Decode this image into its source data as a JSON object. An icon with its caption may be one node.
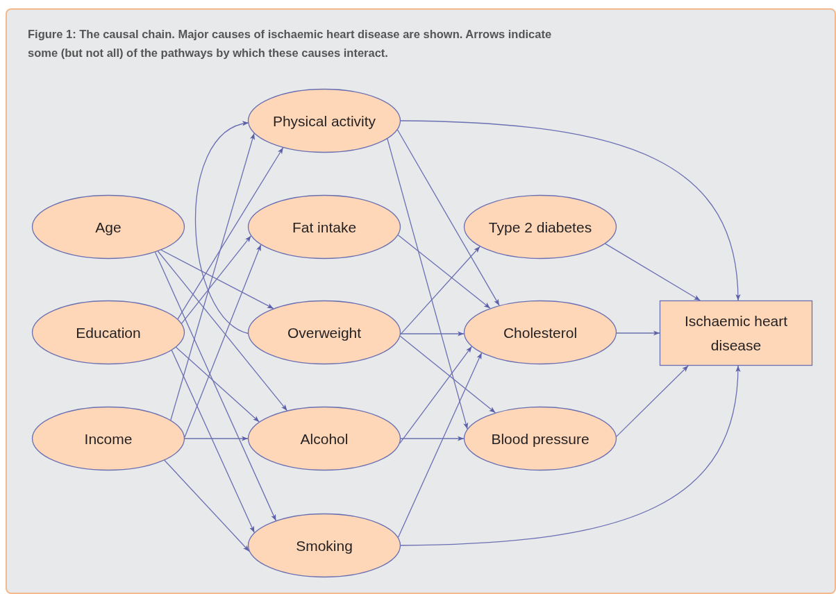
{
  "diagram": {
    "title": "Figure 1: The causal chain. Major causes of ischaemic heart disease are shown. Arrows indicate some (but not all) of the pathways by which these causes interact.",
    "nodes": [
      {
        "text": [
          "Age"
        ]
      },
      {
        "text": [
          "Education"
        ]
      },
      {
        "text": [
          "Income"
        ]
      },
      {
        "text": [
          "Physical activity"
        ]
      },
      {
        "text": [
          "Fat intake"
        ]
      },
      {
        "text": [
          "Overweight"
        ]
      },
      {
        "text": [
          "Alcohol"
        ]
      },
      {
        "text": [
          "Smoking"
        ]
      },
      {
        "text": [
          "Type 2 diabetes"
        ]
      },
      {
        "text": [
          "Cholesterol"
        ]
      },
      {
        "text": [
          "Blood pressure"
        ]
      },
      {
        "text": [
          "Ischaemic heart disease"
        ]
      }
    ],
    "edges": [
      {
        "from": 5,
        "to": 3,
        "arrow": "to"
      },
      {
        "from": 0,
        "to": 5,
        "arrow": "to"
      },
      {
        "from": 0,
        "to": 6,
        "arrow": "to"
      },
      {
        "from": 0,
        "to": 7,
        "arrow": "to"
      },
      {
        "from": 1,
        "to": 3,
        "arrow": "to"
      },
      {
        "from": 1,
        "to": 4,
        "arrow": "to"
      },
      {
        "from": 1,
        "to": 6,
        "arrow": "to"
      },
      {
        "from": 1,
        "to": 7,
        "arrow": "to"
      },
      {
        "from": 2,
        "to": 3,
        "arrow": "to"
      },
      {
        "from": 2,
        "to": 4,
        "arrow": "to"
      },
      {
        "from": 2,
        "to": 6,
        "arrow": "to"
      },
      {
        "from": 2,
        "to": 7,
        "arrow": "to"
      },
      {
        "from": 3,
        "to": 11,
        "arrow": "to"
      },
      {
        "from": 3,
        "to": 9,
        "arrow": "to"
      },
      {
        "from": 3,
        "to": 10,
        "arrow": "to"
      },
      {
        "from": 4,
        "to": 9,
        "arrow": "to"
      },
      {
        "from": 5,
        "to": 8,
        "arrow": "to"
      },
      {
        "from": 5,
        "to": 9,
        "arrow": "to"
      },
      {
        "from": 5,
        "to": 10,
        "arrow": "to"
      },
      {
        "from": 6,
        "to": 9,
        "arrow": "to"
      },
      {
        "from": 6,
        "to": 10,
        "arrow": "to"
      },
      {
        "from": 7,
        "to": 9,
        "arrow": "to"
      },
      {
        "from": 7,
        "to": 11,
        "arrow": "to"
      },
      {
        "from": 8,
        "to": 11,
        "arrow": "to"
      },
      {
        "from": 9,
        "to": 11,
        "arrow": "to"
      },
      {
        "from": 10,
        "to": 11,
        "arrow": "to"
      }
    ]
  }
}
